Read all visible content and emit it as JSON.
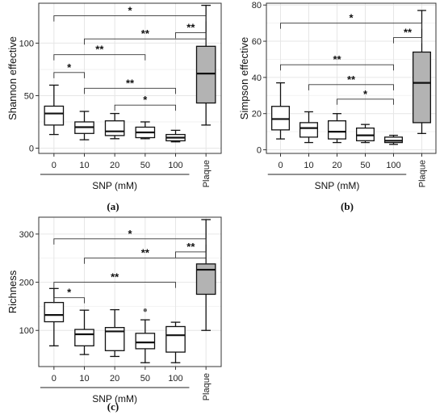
{
  "chart_data": [
    {
      "panel": "(a)",
      "type": "box",
      "ylabel": "Shannon effective",
      "xgroup_label": "SNP (mM)",
      "categories": [
        "0",
        "10",
        "20",
        "50",
        "100",
        "Plaque"
      ],
      "ylim": [
        -5,
        138
      ],
      "yticks": [
        0,
        50,
        100
      ],
      "grid": true,
      "boxes": [
        {
          "min": 13,
          "q1": 22,
          "median": 33,
          "q3": 40,
          "max": 60,
          "fill": "#ffffff"
        },
        {
          "min": 8,
          "q1": 14,
          "median": 20,
          "q3": 25,
          "max": 35,
          "fill": "#ffffff"
        },
        {
          "min": 9,
          "q1": 12,
          "median": 16,
          "q3": 26,
          "max": 33,
          "fill": "#ffffff"
        },
        {
          "min": 9,
          "q1": 10,
          "median": 15,
          "q3": 20,
          "max": 25,
          "fill": "#ffffff"
        },
        {
          "min": 6,
          "q1": 7,
          "median": 10,
          "q3": 13,
          "max": 17,
          "fill": "#ffffff"
        },
        {
          "min": 22,
          "q1": 43,
          "median": 71,
          "q3": 97,
          "max": 136,
          "fill": "#b3b3b3"
        }
      ],
      "outliers": [],
      "comparisons": [
        {
          "from": 0,
          "to": 5,
          "y": 126,
          "label": "*"
        },
        {
          "from": 4,
          "to": 5,
          "y": 110,
          "label": "**"
        },
        {
          "from": 1,
          "to": 5,
          "y": 104,
          "label": "**"
        },
        {
          "from": 0,
          "to": 3,
          "y": 89,
          "label": "**"
        },
        {
          "from": 0,
          "to": 1,
          "y": 72,
          "label": "*"
        },
        {
          "from": 1,
          "to": 4,
          "y": 57,
          "label": "**"
        },
        {
          "from": 2,
          "to": 4,
          "y": 41,
          "label": "*"
        }
      ]
    },
    {
      "panel": "(b)",
      "type": "box",
      "ylabel": "Simpson effective",
      "xgroup_label": "SNP (mM)",
      "categories": [
        "0",
        "10",
        "20",
        "50",
        "100",
        "Plaque"
      ],
      "ylim": [
        -2,
        81
      ],
      "yticks": [
        0,
        20,
        40,
        60,
        80
      ],
      "grid": true,
      "boxes": [
        {
          "min": 6,
          "q1": 11,
          "median": 17,
          "q3": 24,
          "max": 37,
          "fill": "#ffffff"
        },
        {
          "min": 4,
          "q1": 7,
          "median": 12,
          "q3": 15,
          "max": 21,
          "fill": "#ffffff"
        },
        {
          "min": 4,
          "q1": 6,
          "median": 10,
          "q3": 16,
          "max": 20,
          "fill": "#ffffff"
        },
        {
          "min": 4,
          "q1": 5,
          "median": 8,
          "q3": 12,
          "max": 14,
          "fill": "#ffffff"
        },
        {
          "min": 3,
          "q1": 4,
          "median": 5,
          "q3": 7,
          "max": 8,
          "fill": "#ffffff"
        },
        {
          "min": 9,
          "q1": 15,
          "median": 37,
          "q3": 54,
          "max": 77,
          "fill": "#b3b3b3"
        }
      ],
      "outliers": [],
      "comparisons": [
        {
          "from": 0,
          "to": 5,
          "y": 70,
          "label": "*"
        },
        {
          "from": 4,
          "to": 5,
          "y": 62,
          "label": "**"
        },
        {
          "from": 0,
          "to": 4,
          "y": 47,
          "label": "**"
        },
        {
          "from": 1,
          "to": 4,
          "y": 36,
          "label": "**"
        },
        {
          "from": 2,
          "to": 4,
          "y": 28,
          "label": "*"
        }
      ]
    },
    {
      "panel": "(c)",
      "type": "box",
      "ylabel": "Richness",
      "xgroup_label": "SNP (mM)",
      "categories": [
        "0",
        "10",
        "20",
        "50",
        "100",
        "Plaque"
      ],
      "ylim": [
        25,
        335
      ],
      "yticks": [
        100,
        200,
        300
      ],
      "grid": true,
      "boxes": [
        {
          "min": 68,
          "q1": 118,
          "median": 132,
          "q3": 158,
          "max": 187,
          "fill": "#ffffff"
        },
        {
          "min": 50,
          "q1": 68,
          "median": 92,
          "q3": 102,
          "max": 142,
          "fill": "#ffffff"
        },
        {
          "min": 46,
          "q1": 58,
          "median": 98,
          "q3": 106,
          "max": 143,
          "fill": "#ffffff"
        },
        {
          "min": 33,
          "q1": 62,
          "median": 75,
          "q3": 94,
          "max": 122,
          "fill": "#ffffff"
        },
        {
          "min": 33,
          "q1": 55,
          "median": 90,
          "q3": 108,
          "max": 117,
          "fill": "#ffffff"
        },
        {
          "min": 100,
          "q1": 175,
          "median": 226,
          "q3": 238,
          "max": 330,
          "fill": "#b3b3b3"
        }
      ],
      "outliers": [
        {
          "category": 3,
          "value": 142
        }
      ],
      "comparisons": [
        {
          "from": 0,
          "to": 5,
          "y": 290,
          "label": "*"
        },
        {
          "from": 4,
          "to": 5,
          "y": 263,
          "label": "**"
        },
        {
          "from": 1,
          "to": 5,
          "y": 250,
          "label": "**"
        },
        {
          "from": 0,
          "to": 4,
          "y": 200,
          "label": "**"
        },
        {
          "from": 0,
          "to": 1,
          "y": 168,
          "label": "*"
        }
      ]
    }
  ]
}
